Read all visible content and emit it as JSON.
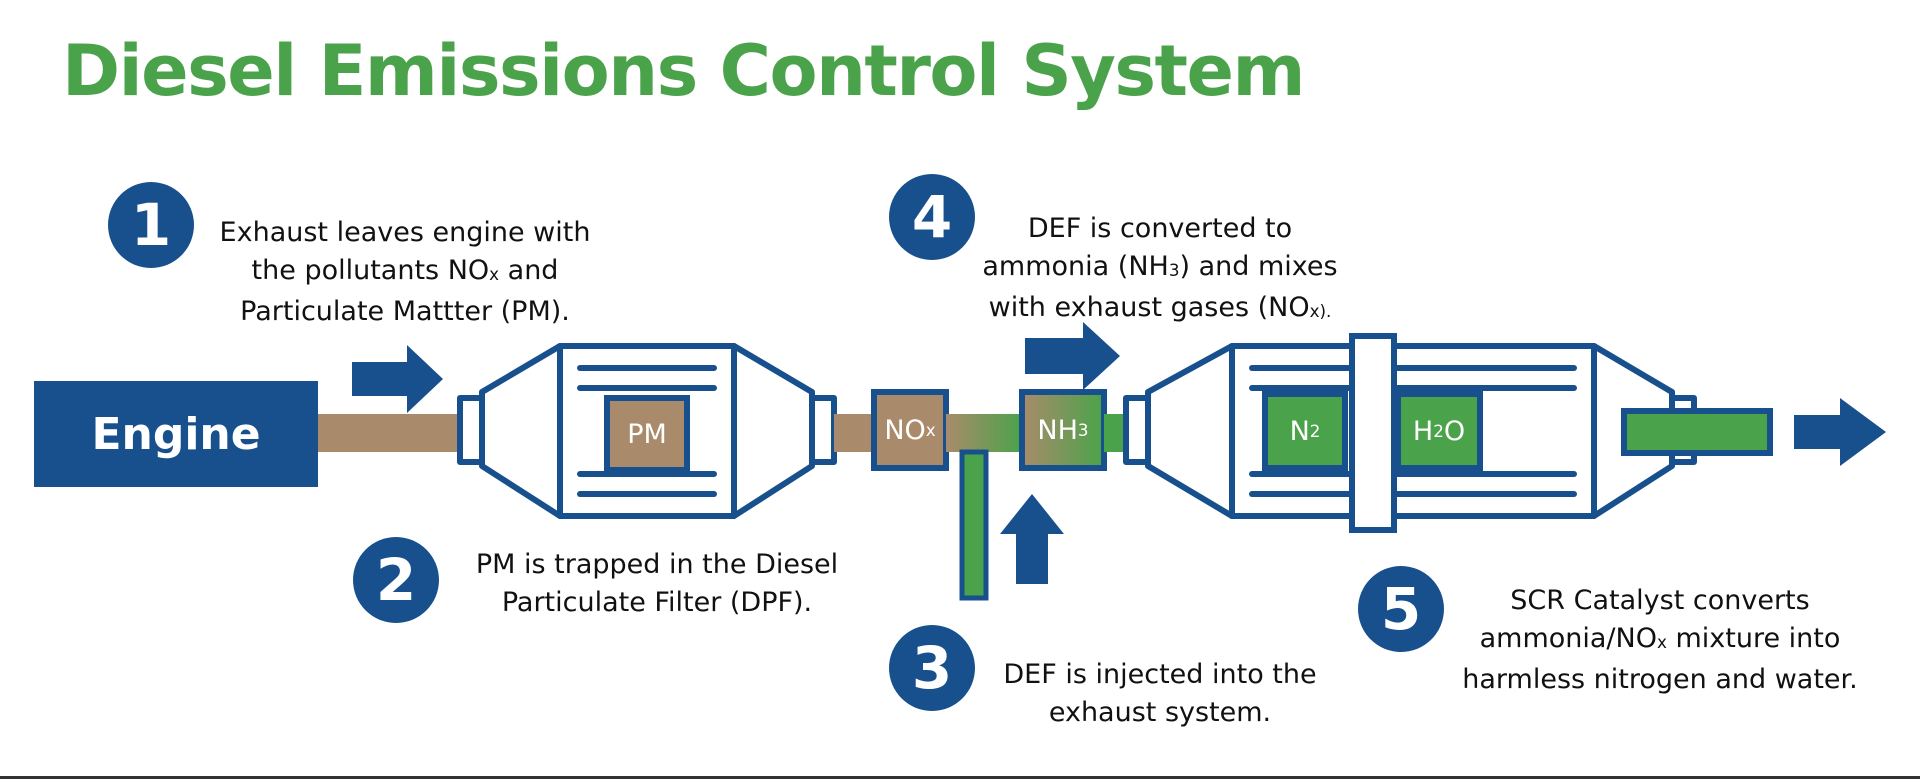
{
  "title": "Diesel Emissions Control System",
  "engine_label": "Engine",
  "steps": [
    {
      "number": "1",
      "lines": [
        [
          {
            "t": "Exhaust leaves engine with"
          }
        ],
        [
          {
            "t": "the pollutants NO"
          },
          {
            "t": "x",
            "sub": true
          },
          {
            "t": " and"
          }
        ],
        [
          {
            "t": "Particulate Mattter (PM)."
          }
        ]
      ]
    },
    {
      "number": "2",
      "lines": [
        [
          {
            "t": "PM is trapped in the Diesel"
          }
        ],
        [
          {
            "t": "Particulate Filter (DPF)."
          }
        ]
      ]
    },
    {
      "number": "3",
      "lines": [
        [
          {
            "t": "DEF is injected into the"
          }
        ],
        [
          {
            "t": "exhaust system."
          }
        ]
      ]
    },
    {
      "number": "4",
      "lines": [
        [
          {
            "t": "DEF is converted to"
          }
        ],
        [
          {
            "t": "ammonia (NH"
          },
          {
            "t": "3",
            "sub": true
          },
          {
            "t": ") and mixes"
          }
        ],
        [
          {
            "t": "with exhaust gases (NO"
          },
          {
            "t": "x).",
            "sub": true
          }
        ]
      ]
    },
    {
      "number": "5",
      "lines": [
        [
          {
            "t": "SCR Catalyst converts"
          }
        ],
        [
          {
            "t": "ammonia/NO"
          },
          {
            "t": "x",
            "sub": true
          },
          {
            "t": " mixture into"
          }
        ],
        [
          {
            "t": "harmless nitrogen and water."
          }
        ]
      ]
    }
  ],
  "labels": {
    "pm": [
      {
        "t": "PM"
      }
    ],
    "nox": [
      {
        "t": "NO"
      },
      {
        "t": "x",
        "sub": true
      }
    ],
    "nh3": [
      {
        "t": "NH"
      },
      {
        "t": "3",
        "sub": true
      }
    ],
    "n2": [
      {
        "t": "N"
      },
      {
        "t": "2",
        "sub": true
      }
    ],
    "h2o": [
      {
        "t": "H"
      },
      {
        "t": "2",
        "sub": true
      },
      {
        "t": "O"
      }
    ]
  },
  "colors": {
    "title": "#4aa34a",
    "blue": "#17508c",
    "brown": "#a98b6b",
    "green": "#4aa34a"
  }
}
